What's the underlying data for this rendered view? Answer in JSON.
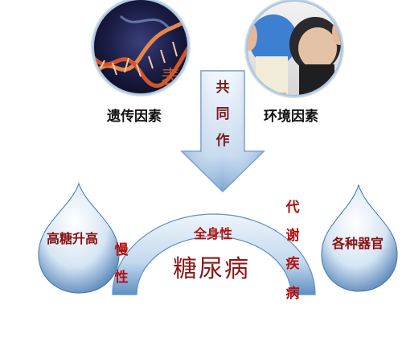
{
  "top": {
    "left_factor": "遗传因素",
    "right_factor": "环境因素",
    "left_icon": "dna-helix-icon",
    "right_icon": "overweight-people-icon"
  },
  "arrow": {
    "chars": [
      "共",
      "同",
      "作"
    ]
  },
  "drops": {
    "left": "高糖升高",
    "right": "各种器官"
  },
  "arc": {
    "label": "全身性",
    "center": "糖尿病"
  },
  "side": {
    "left_chars": [
      "慢",
      "性"
    ],
    "right_chars": [
      "代",
      "谢",
      "疾",
      "病"
    ]
  },
  "colors": {
    "blue_light": "#eef4fb",
    "blue_dark": "#4a7fb8",
    "red_text": "#b31010"
  }
}
